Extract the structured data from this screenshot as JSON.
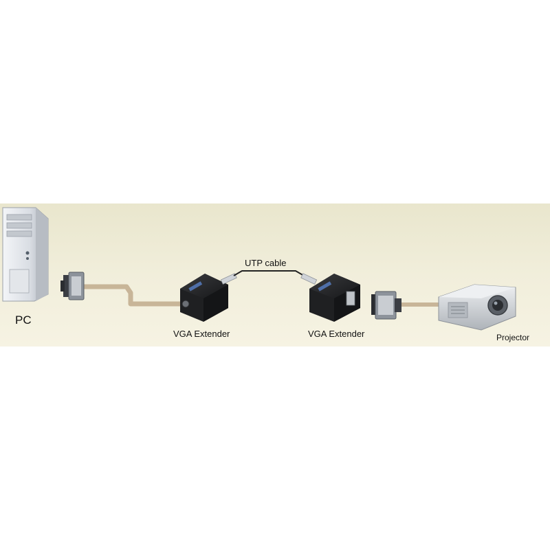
{
  "colors": {
    "background_band": "#efecd5",
    "cable_vga": "#c8b598",
    "cable_utp": "#222222",
    "device_body": "#1f2022",
    "pc_case": "#dde1e6",
    "projector_body": "#d8dbdf"
  },
  "devices": {
    "pc_label": "PC",
    "extender_tx_label": "VGA Extender",
    "extender_rx_label": "VGA Extender",
    "projector_label": "Projector"
  },
  "cables": {
    "utp_label": "UTP cable"
  }
}
